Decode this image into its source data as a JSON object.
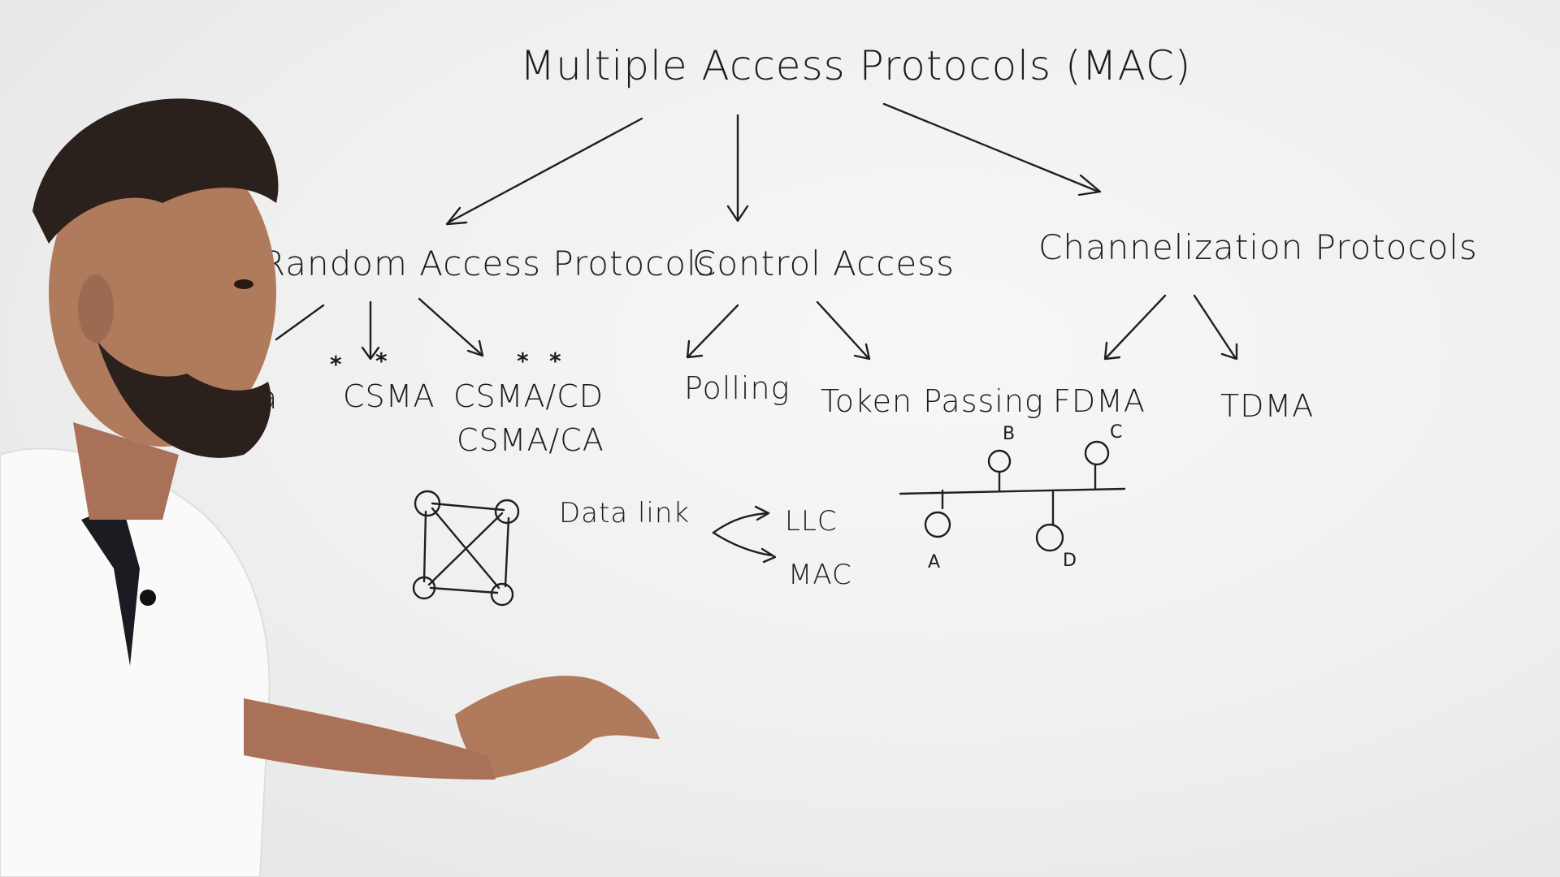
{
  "title": "Multiple Access Protocols (MAC)",
  "categories": {
    "random": "Random Access Protocols",
    "control": "Control Access",
    "channel": "Channelization Protocols"
  },
  "random_children": {
    "aloha_fragment": "a",
    "csma": "CSMA",
    "csma_cd": "CSMA/CD",
    "csma_ca": "CSMA/CA",
    "star": "*"
  },
  "control_children": {
    "polling": "Polling",
    "token_passing": "Token Passing"
  },
  "channel_children": {
    "fdma": "FDMA",
    "tdma": "TDMA"
  },
  "datalink": {
    "label": "Data link",
    "llc": "LLC",
    "mac": "MAC"
  },
  "bus_nodes": {
    "a": "A",
    "b": "B",
    "c": "C",
    "d": "D"
  },
  "colors": {
    "ink": "#1d1d1d",
    "board": "#f1f1f1",
    "shirt": "#fafafa",
    "hair": "#2b211c",
    "skin": "#b07a5c"
  }
}
